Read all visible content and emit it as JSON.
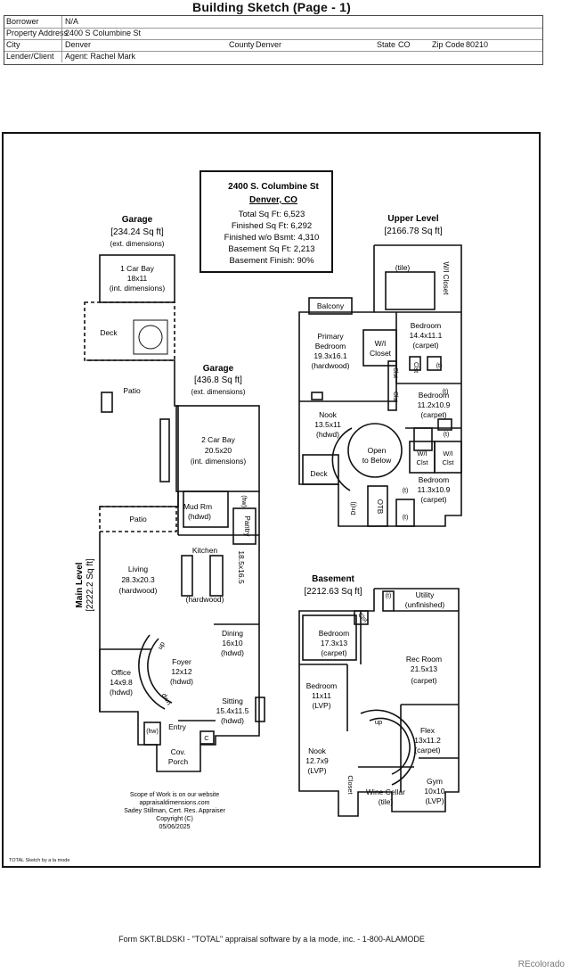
{
  "page_title": "Building Sketch (Page - 1)",
  "header": {
    "borrower_label": "Borrower",
    "borrower": "N/A",
    "address_label": "Property Address",
    "address": "2400 S Columbine St",
    "city_label": "City",
    "city": "Denver",
    "county_label": "County",
    "county": "Denver",
    "state_label": "State",
    "state": "CO",
    "zip_label": "Zip Code",
    "zip": "80210",
    "lender_label": "Lender/Client",
    "lender": "Agent: Rachel Mark"
  },
  "summary": {
    "line1": "2400 S. Columbine St",
    "line2": "Denver, CO",
    "total": "Total Sq Ft: 6,523",
    "finished": "Finished Sq Ft: 6,292",
    "finished_wo": "Finished w/o Bsmt: 4,310",
    "basement": "Basement Sq Ft: 2,213",
    "basement_finish": "Basement Finish: 90%"
  },
  "garage1": {
    "title": "Garage",
    "sqft": "[234.24 Sq ft]",
    "note": "(ext. dimensions)",
    "room": "1 Car Bay",
    "dim": "18x11",
    "inner": "(int. dimensions)"
  },
  "garage2": {
    "title": "Garage",
    "sqft": "[436.8 Sq ft]",
    "note": "(ext. dimensions)",
    "room": "2 Car Bay",
    "dim": "20.5x20",
    "inner": "(int. dimensions)"
  },
  "main_level": {
    "title": "Main Level",
    "sqft": "[2222.2 Sq ft]"
  },
  "upper_level": {
    "title": "Upper Level",
    "sqft": "[2166.78 Sq ft]"
  },
  "basement_level": {
    "title": "Basement",
    "sqft": "[2212.63 Sq ft]"
  },
  "rooms": {
    "deck": "Deck",
    "patio": "Patio",
    "patio2": "Patio",
    "mud": "Mud Rm",
    "mud_floor": "(hdwd)",
    "hw1": "(hw)",
    "pantry": "Pantry",
    "kitchen": "Kitchen",
    "kitchen_dim": "18.5x16.5",
    "kitchen_floor": "(hardwood)",
    "living": "Living",
    "living_dim": "28.3x20.3",
    "living_floor": "(hardwood)",
    "dining": "Dining",
    "dining_dim": "16x10",
    "dining_floor": "(hdwd)",
    "foyer": "Foyer",
    "foyer_dim": "12x12",
    "foyer_floor": "(hdwd)",
    "office": "Office",
    "office_dim": "14x9.8",
    "office_floor": "(hdwd)",
    "sitting": "Sitting",
    "sitting_dim": "15.4x11.5",
    "sitting_floor": "(hdwd)",
    "up": "up",
    "dwn": "dwn",
    "entry": "Entry",
    "hw2": "(hw)",
    "c": "C",
    "porch": "Cov.",
    "porch2": "Porch",
    "tile": "(tile)",
    "wi_closet": "W/I Closet",
    "balcony": "Balcony",
    "primary": "Primary",
    "primary2": "Bedroom",
    "primary_dim": "19.3x16.1",
    "primary_floor": "(hardwood)",
    "wi_closet2": "W/I",
    "wi_closet2b": "Closet",
    "bed1": "Bedroom",
    "bed1_dim": "14.4x11.1",
    "bed1_floor": "(carpet)",
    "bed2": "Bedroom",
    "bed2_dim": "11.2x10.9",
    "bed2_floor": "(carpet)",
    "bed3": "Bedroom",
    "bed3_dim": "11.3x10.9",
    "bed3_floor": "(carpet)",
    "nook_u": "Nook",
    "nook_u_dim": "13.5x11",
    "nook_u_floor": "(hdwd)",
    "deck_u": "Deck",
    "open1": "Open",
    "open2": "to Below",
    "wi_clst_a": "W/I",
    "clst_a": "Clst",
    "wi_clst_b": "W/I",
    "clst_b": "Clst",
    "clst1": "Clst",
    "clst2": "Clst",
    "clst3": "Clst",
    "t1": "(t)",
    "t2": "(t)",
    "t3": "(t)",
    "t4": "(t)",
    "t5": "(t)",
    "otb": "OTB",
    "dn_u": "Dn(l)",
    "utility": "Utility",
    "utility_floor": "(unfinished)",
    "bbed1": "Bedroom",
    "bbed1_dim": "17.3x13",
    "bbed1_floor": "(carpet)",
    "rec": "Rec Room",
    "rec_dim": "21.5x13",
    "rec_floor": "(carpet)",
    "bbed2": "Bedroom",
    "bbed2_dim": "11x11",
    "bbed2_floor": "(LVP)",
    "flex": "Flex",
    "flex_dim": "13x11.2",
    "flex_floor": "(carpet)",
    "nook_b": "Nook",
    "nook_b_dim": "12.7x9",
    "nook_b_floor": "(LVP)",
    "wine": "Wine Cellar",
    "wine_floor": "(tile)",
    "gym": "Gym",
    "gym_dim": "10x10",
    "gym_floor": "(LVP)",
    "closet_b": "Closet",
    "dn_b": "dn",
    "t_b": "(t)",
    "clst_b2": "Clst"
  },
  "credits": {
    "l1": "Scope of Work is on our website",
    "l2": "appraisaldimensions.com",
    "l3": "Sadey Stillman, Cert. Res. Appraiser",
    "l4": "Copyright (C)",
    "l5": "05/06/2025"
  },
  "small_tag": "TOTAL Sketch by a la mode",
  "footer": "Form SKT.BLDSKI - \"TOTAL\" appraisal software by a la mode, inc. - 1-800-ALAMODE",
  "watermark": "REcolorado"
}
